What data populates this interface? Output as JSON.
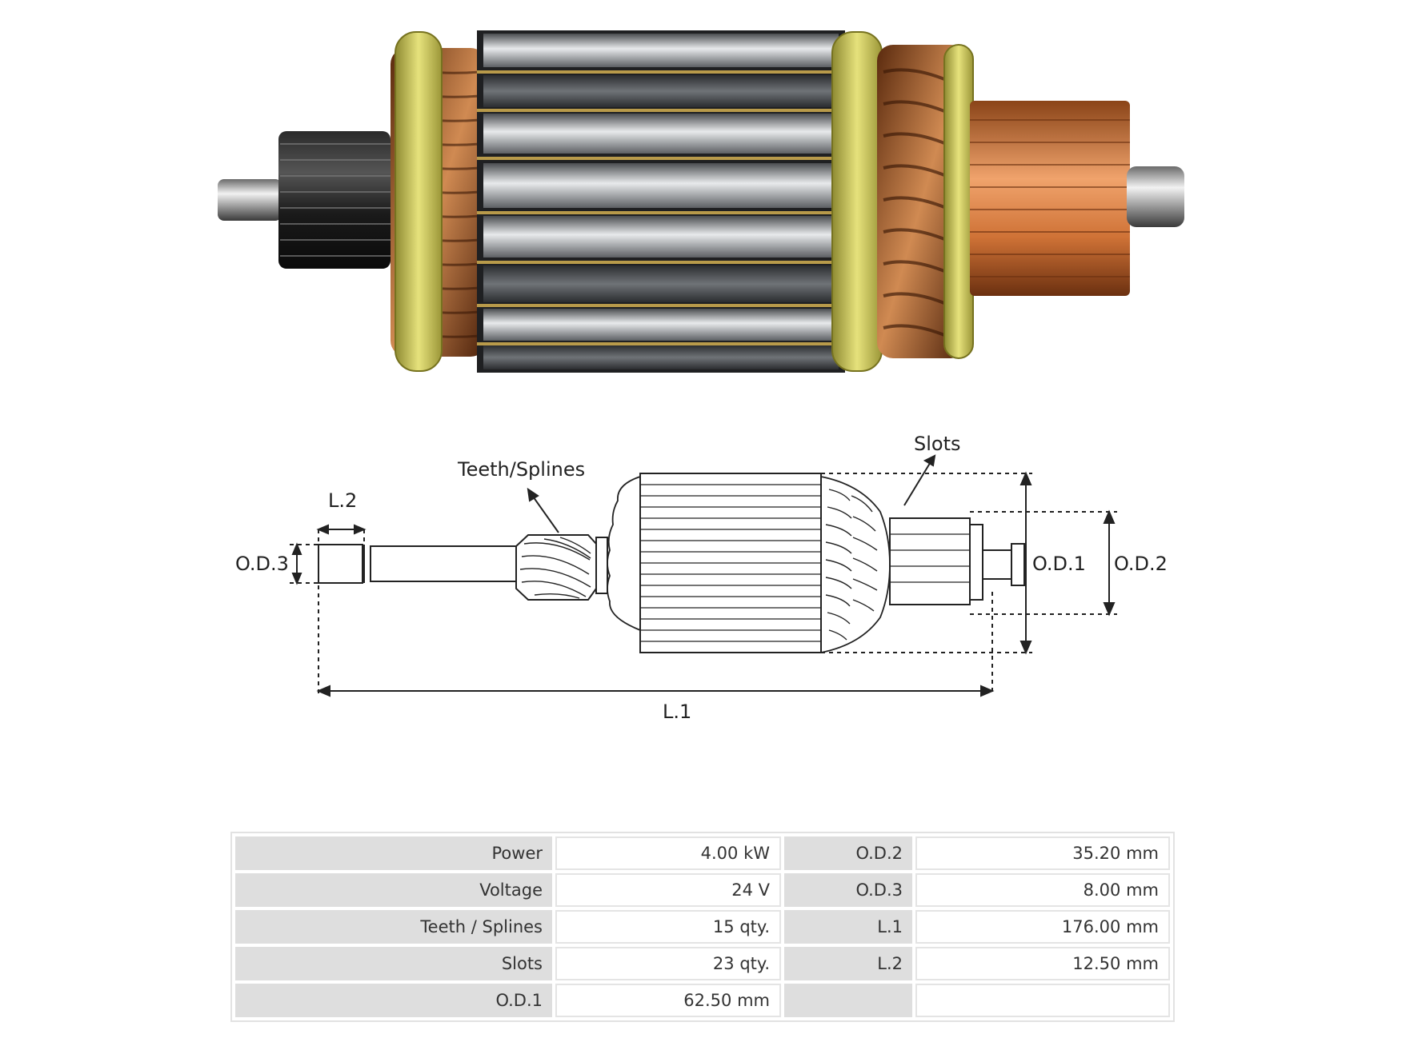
{
  "photo": {
    "subject": "starter-armature-photo"
  },
  "drawing": {
    "labels": {
      "teeth_splines": "Teeth/Splines",
      "slots": "Slots",
      "l2": "L.2",
      "od3": "O.D.3",
      "od1": "O.D.1",
      "od2": "O.D.2",
      "l1": "L.1"
    }
  },
  "specs": {
    "rows": [
      {
        "label_a": "Power",
        "value_a": "4.00 kW",
        "label_b": "O.D.2",
        "value_b": "35.20 mm"
      },
      {
        "label_a": "Voltage",
        "value_a": "24 V",
        "label_b": "O.D.3",
        "value_b": "8.00 mm"
      },
      {
        "label_a": "Teeth / Splines",
        "value_a": "15 qty.",
        "label_b": "L.1",
        "value_b": "176.00 mm"
      },
      {
        "label_a": "Slots",
        "value_a": "23 qty.",
        "label_b": "L.2",
        "value_b": "12.50 mm"
      },
      {
        "label_a": "O.D.1",
        "value_a": "62.50 mm",
        "label_b": "",
        "value_b": ""
      }
    ]
  },
  "colors": {
    "copper": "#c8743c",
    "insulation_yellow": "#d9d66a",
    "lamination_steel": "#9ea3a8",
    "table_label_bg": "#dedede"
  }
}
